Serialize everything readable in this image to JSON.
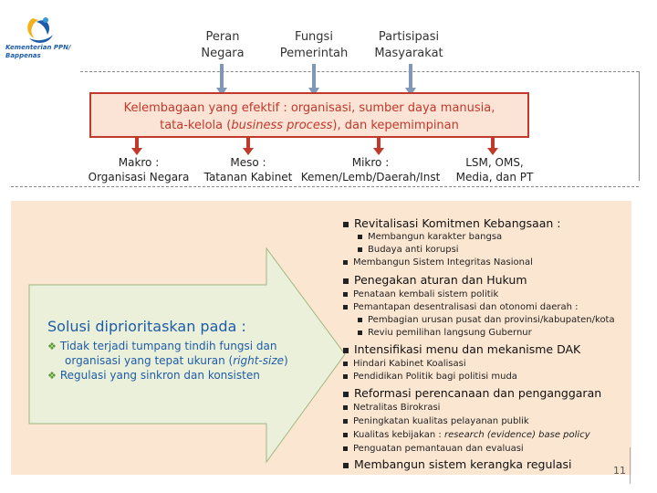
{
  "logo": {
    "line1": "Kementerian PPN/",
    "line2": "Bappenas"
  },
  "headers": [
    {
      "line1": "Peran",
      "line2": "Negara"
    },
    {
      "line1": "Fungsi",
      "line2": "Pemerintah"
    },
    {
      "line1": "Partisipasi",
      "line2": "Masyarakat"
    }
  ],
  "central": {
    "line1_a": "Kelembagaan yang efektif : ",
    "line1_b": "organisasi, sumber daya manusia,",
    "line2_a": "tata-kelola (",
    "line2_b": "business process",
    "line2_c": "), dan kepemimpinan"
  },
  "categories": [
    {
      "line1": "Makro :",
      "line2": "Organisasi Negara"
    },
    {
      "line1": "Meso :",
      "line2": "Tatanan Kabinet"
    },
    {
      "line1": "Mikro :",
      "line2": "Kemen/Lemb/Daerah/Inst"
    },
    {
      "line1": "LSM, OMS,",
      "line2": "Media, dan PT"
    }
  ],
  "solusi": {
    "title": "Solusi diprioritaskan pada :",
    "item1_line1": "Tidak terjadi tumpang tindih fungsi dan",
    "item1_line2a": "organisasi yang tepat ukuran (",
    "item1_line2b": "right-size",
    "item1_line2c": ")",
    "item2": "Regulasi yang sinkron dan konsisten"
  },
  "list": {
    "revitalisasi": "Revitalisasi Komitmen Kebangsaan :",
    "rev_sub1": "Membangun karakter bangsa",
    "rev_sub2": "Budaya anti korupsi",
    "rev_item2": "Membangun Sistem Integritas Nasional",
    "penegakan": "Penegakan aturan dan Hukum",
    "pen_item1": "Penataan kembali sistem politik",
    "pen_item2": "Pemantapan desentralisasi dan otonomi daerah :",
    "pen_sub1": "Pembagian urusan pusat dan provinsi/kabupaten/kota",
    "pen_sub2": "Reviu pemilihan langsung Gubernur",
    "intensifikasi": "Intensifikasi menu dan mekanisme DAK",
    "int_item1": "Hindari Kabinet Koalisasi",
    "int_item2": "Pendidikan Politik bagi politisi muda",
    "reformasi": "Reformasi perencanaan dan penganggaran",
    "ref_item1": "Netralitas Birokrasi",
    "ref_item2": "Peningkatan kualitas pelayanan publik",
    "ref_item3a": "Kualitas kebijakan : ",
    "ref_item3b": "research (evidence) base policy",
    "ref_item4": "Penguatan pemantauan dan evaluasi",
    "membangun": "Membangun sistem kerangka regulasi"
  },
  "page_number": "11",
  "colors": {
    "accent_red": "#c0392b",
    "blue": "#1f5ca8",
    "panel": "#fbe6d2",
    "arrow": "#eaf0da"
  }
}
